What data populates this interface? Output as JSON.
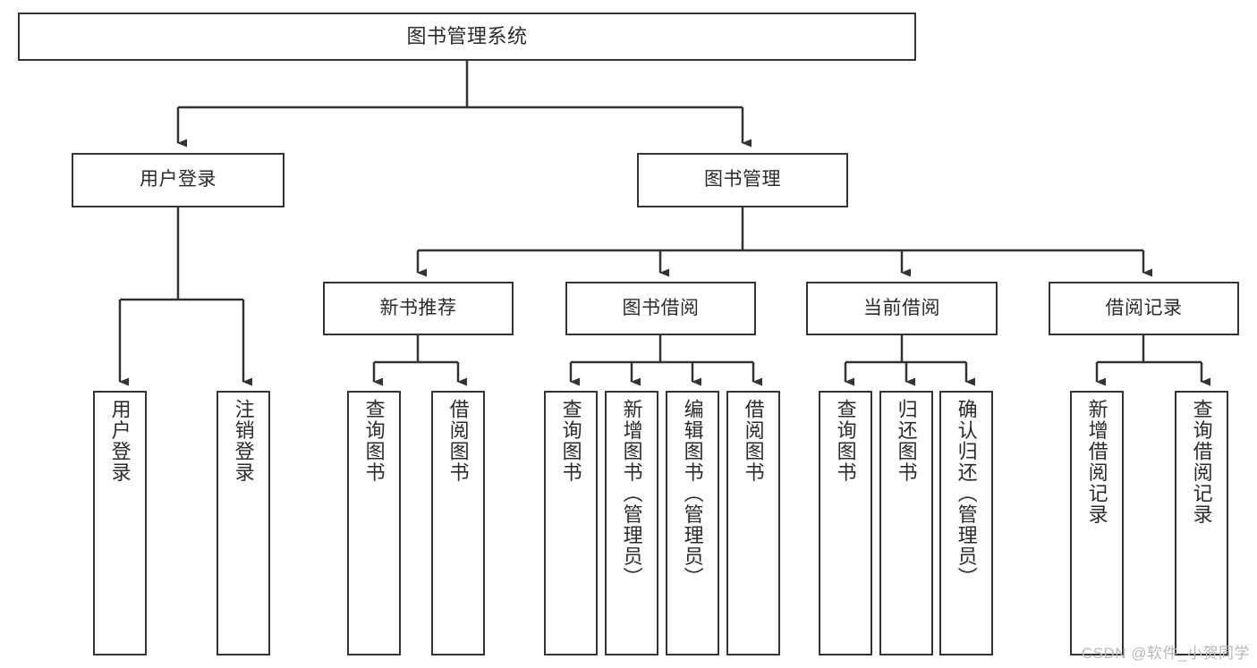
{
  "diagram": {
    "title": "图书管理系统",
    "type": "tree-hierarchy-diagram",
    "colors": {
      "box_border": "#333333",
      "box_fill": "#ffffff",
      "edge": "#333333",
      "text": "#2b2b2b",
      "watermark": "#b8b8b8",
      "background": "#ffffff"
    },
    "root": {
      "label": "图书管理系统"
    },
    "level2": [
      {
        "label": "用户登录"
      },
      {
        "label": "图书管理"
      }
    ],
    "level3": [
      {
        "label": "新书推荐"
      },
      {
        "label": "图书借阅"
      },
      {
        "label": "当前借阅"
      },
      {
        "label": "借阅记录"
      }
    ],
    "leaves": {
      "user_login": [
        {
          "label": "用户登录"
        },
        {
          "label": "注销登录"
        }
      ],
      "new_book_recommend": [
        {
          "label": "查询图书"
        },
        {
          "label": "借阅图书"
        }
      ],
      "book_borrow": [
        {
          "label": "查询图书"
        },
        {
          "label": "新增图书（管理员）"
        },
        {
          "label": "编辑图书（管理员）"
        },
        {
          "label": "借阅图书"
        }
      ],
      "current_borrow": [
        {
          "label": "查询图书"
        },
        {
          "label": "归还图书"
        },
        {
          "label": "确认归还（管理员）"
        }
      ],
      "borrow_record": [
        {
          "label": "新增借阅记录"
        },
        {
          "label": "查询借阅记录"
        }
      ]
    },
    "watermark": "CSDN @软件_小贺同学"
  }
}
